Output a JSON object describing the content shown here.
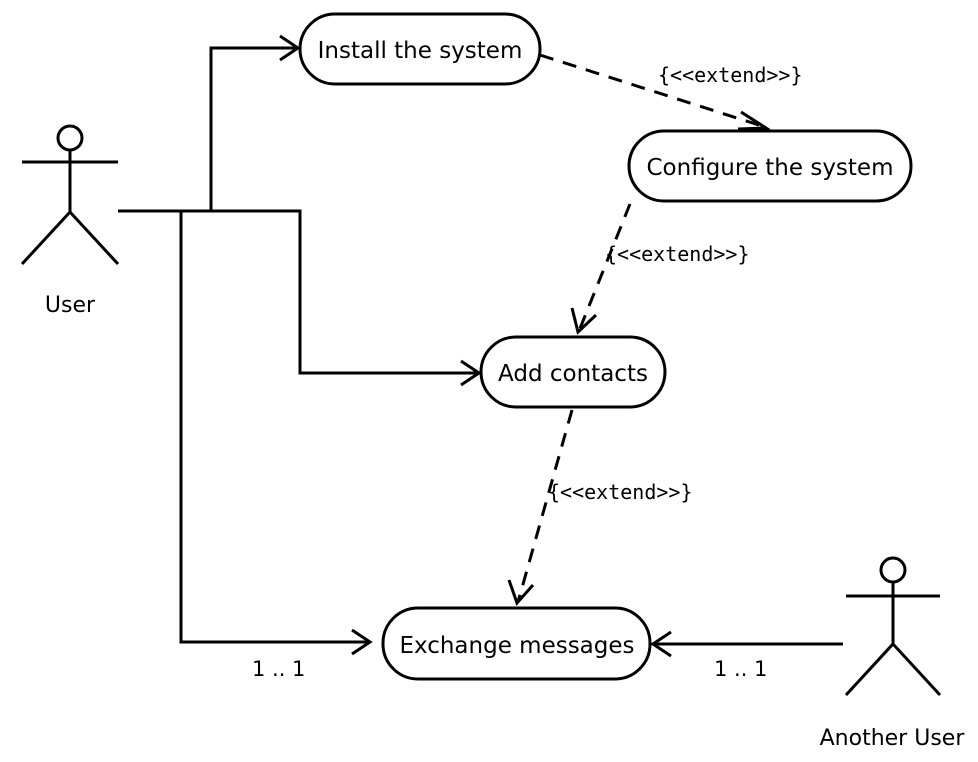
{
  "actors": {
    "user": {
      "label": "User"
    },
    "another_user": {
      "label": "Another User"
    }
  },
  "use_cases": {
    "install": {
      "label": "Install the system"
    },
    "configure": {
      "label": "Configure the system"
    },
    "add_contacts": {
      "label": "Add contacts"
    },
    "exchange": {
      "label": "Exchange messages"
    }
  },
  "relations": {
    "install_configure": {
      "label": "{<<extend>>}"
    },
    "configure_add": {
      "label": "{<<extend>>}"
    },
    "add_exchange": {
      "label": "{<<extend>>}"
    },
    "user_exchange": {
      "multiplicity": "1 .. 1"
    },
    "another_exchange": {
      "multiplicity": "1 .. 1"
    }
  }
}
